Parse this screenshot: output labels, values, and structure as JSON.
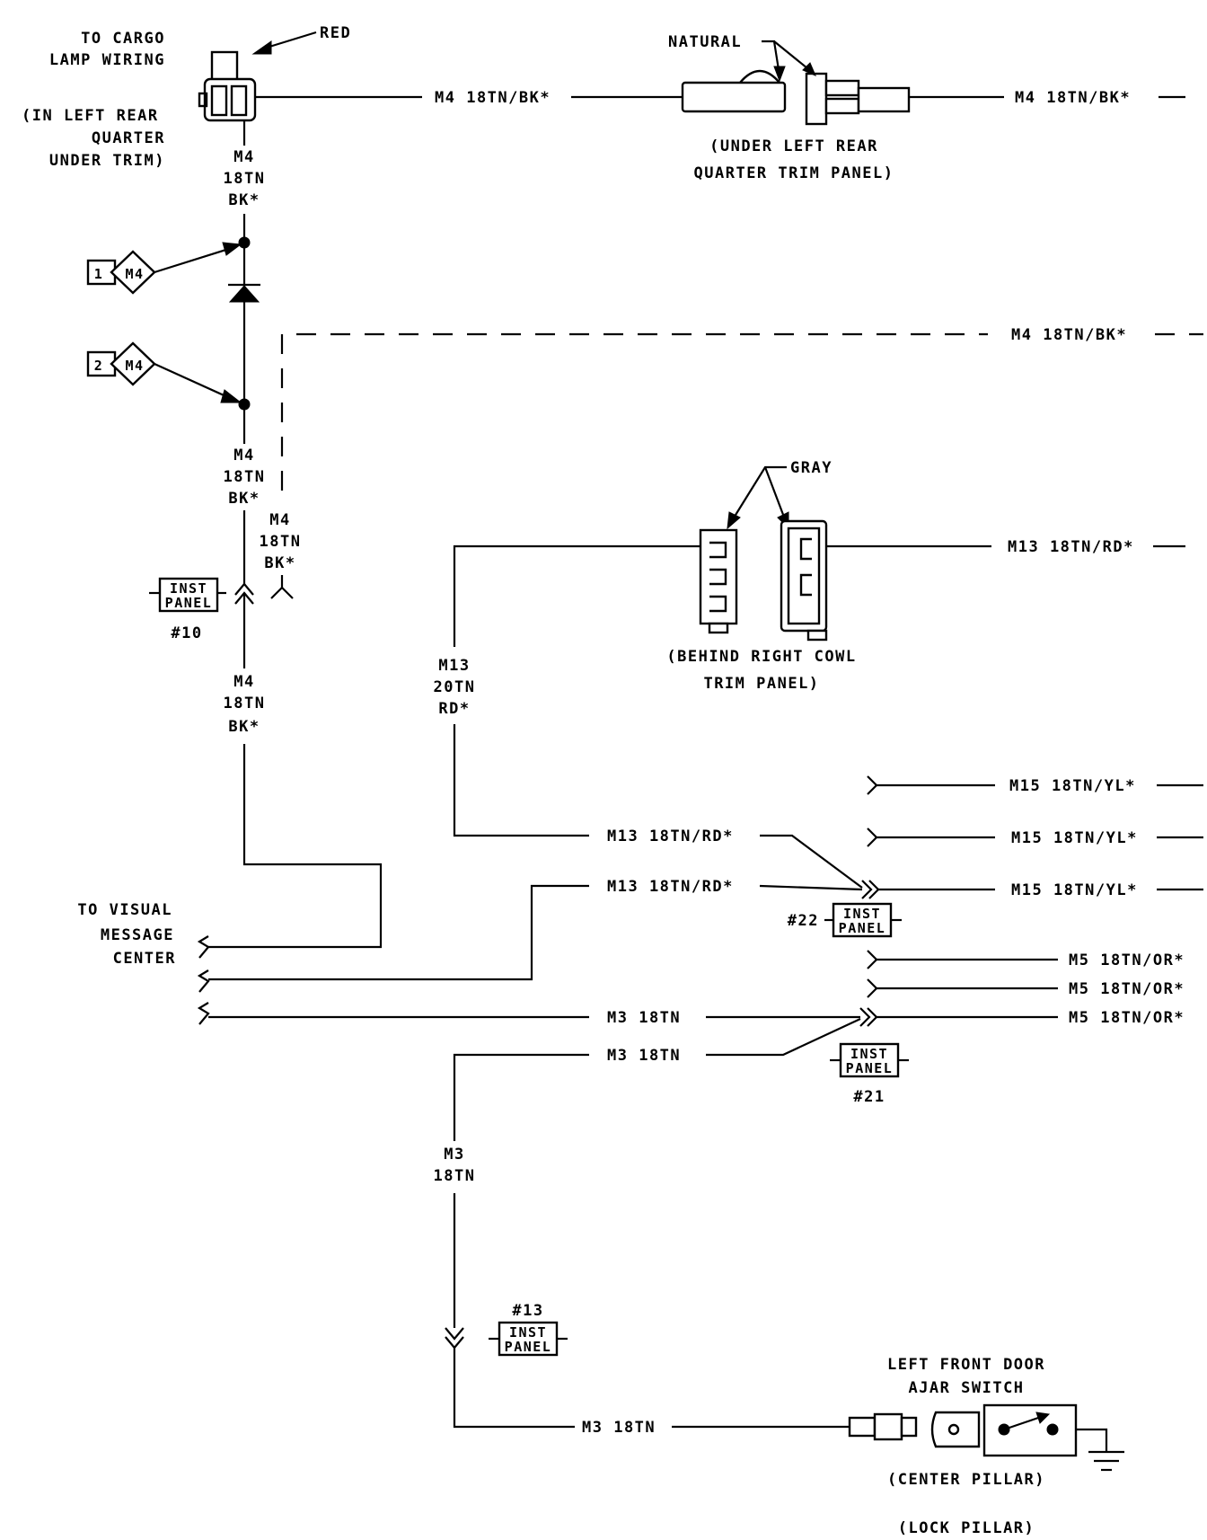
{
  "labels": {
    "to_cargo_lamp_1": "TO CARGO",
    "to_cargo_lamp_2": "LAMP WIRING",
    "red": "RED",
    "in_left_rear_1": "(IN LEFT REAR",
    "in_left_rear_2": "QUARTER",
    "in_left_rear_3": "UNDER TRIM)",
    "natural": "NATURAL",
    "under_left_rear_1": "(UNDER LEFT REAR",
    "under_left_rear_2": "QUARTER TRIM PANEL)",
    "gray": "GRAY",
    "behind_cowl_1": "(BEHIND RIGHT COWL",
    "behind_cowl_2": "TRIM PANEL)",
    "to_visual_1": "TO VISUAL",
    "to_visual_2": "MESSAGE",
    "to_visual_3": "CENTER",
    "door_switch_1": "LEFT FRONT DOOR",
    "door_switch_2": "AJAR SWITCH",
    "center_pillar": "(CENTER PILLAR)",
    "lock_pillar": "(LOCK PILLAR)"
  },
  "wires": {
    "m4_top_left": "M4 18TN/BK*",
    "m4_top_right": "M4 18TN/BK*",
    "m4_dashed": "M4 18TN/BK*",
    "m13_right": "M13 18TN/RD*",
    "m13_mid_1": "M13 18TN/RD*",
    "m13_mid_2": "M13 18TN/RD*",
    "m15_1": "M15 18TN/YL*",
    "m15_2": "M15 18TN/YL*",
    "m15_3": "M15 18TN/YL*",
    "m5_1": "M5 18TN/OR*",
    "m5_2": "M5 18TN/OR*",
    "m5_3": "M5 18TN/OR*",
    "m3_1": "M3 18TN",
    "m3_2": "M3 18TN",
    "m3_bottom": "M3 18TN"
  },
  "stacked": {
    "m4_a": [
      "M4",
      "18TN",
      "BK*"
    ],
    "m4_b": [
      "M4",
      "18TN",
      "BK*"
    ],
    "m4_c": [
      "M4",
      "18TN",
      "BK*"
    ],
    "m4_d": [
      "M4",
      "18TN",
      "BK*"
    ],
    "m13_20": [
      "M13",
      "20TN",
      "RD*"
    ],
    "m3_v": [
      "M3",
      "18TN"
    ]
  },
  "splices": [
    {
      "num": "1",
      "code": "M4"
    },
    {
      "num": "2",
      "code": "M4"
    }
  ],
  "connectors": {
    "inst_label_1": "INST",
    "inst_label_2": "PANEL",
    "c10": "#10",
    "c22": "#22",
    "c21": "#21",
    "c13": "#13"
  }
}
